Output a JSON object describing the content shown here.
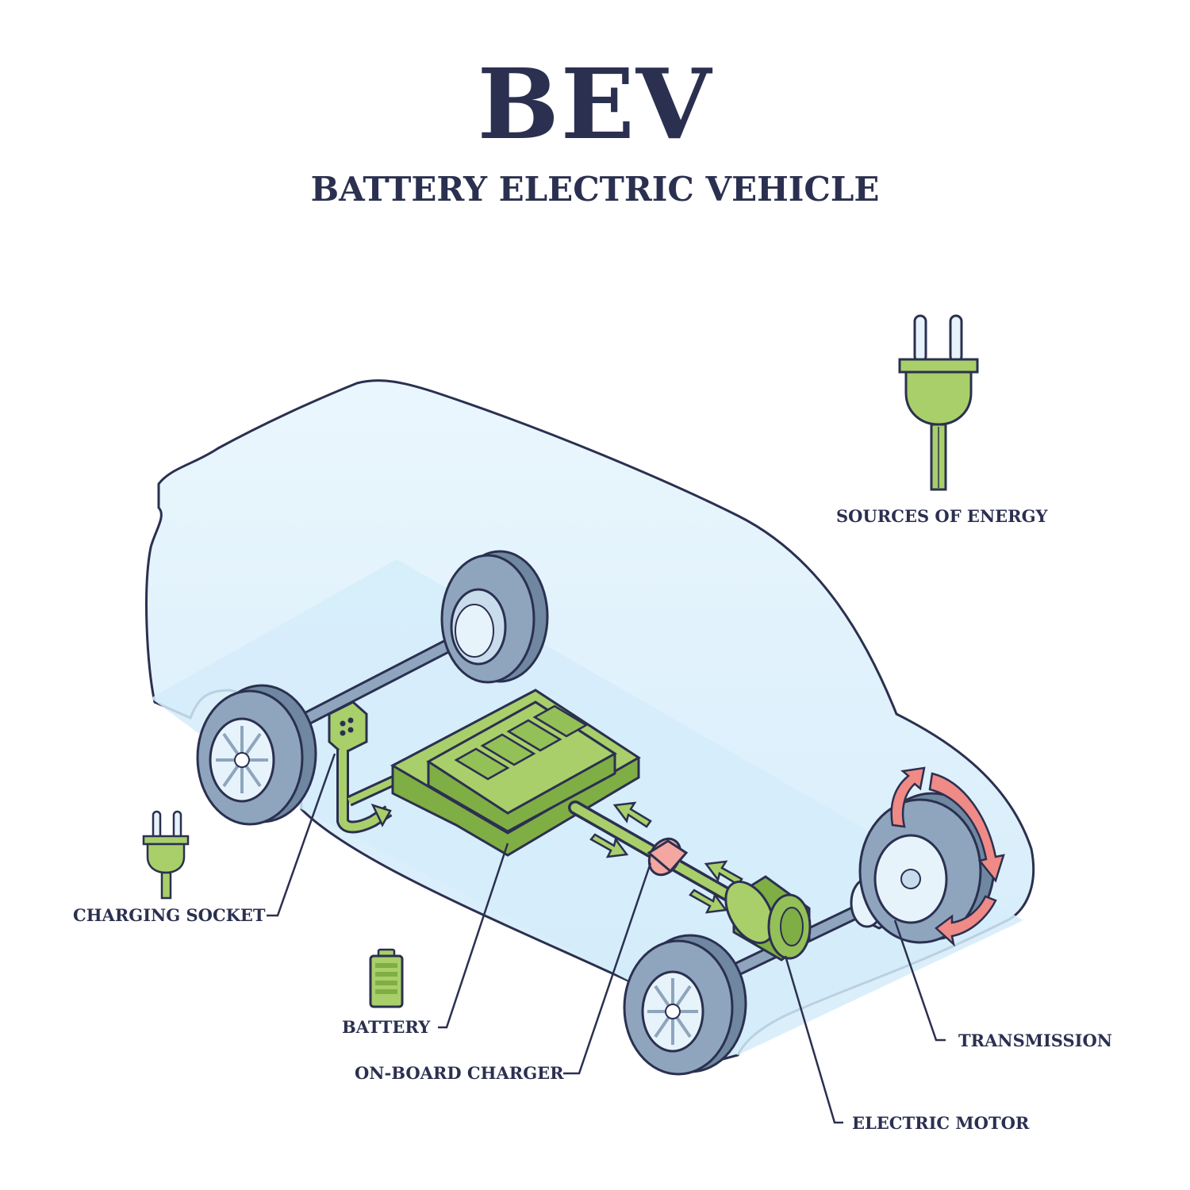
{
  "header": {
    "title": "BEV",
    "subtitle": "BATTERY ELECTRIC VEHICLE"
  },
  "labels": {
    "sources_of_energy": "SOURCES OF ENERGY",
    "charging_socket": "CHARGING SOCKET",
    "battery": "BATTERY",
    "on_board_charger": "ON-BOARD CHARGER",
    "transmission": "TRANSMISSION",
    "electric_motor": "ELECTRIC MOTOR"
  },
  "colors": {
    "ink": "#2b3050",
    "car_glass": "#d9eefb",
    "battery_green": "#a9cf6a",
    "battery_dark": "#7fae45",
    "tire": "#8ea5bd",
    "tire_dark": "#6f87a0",
    "hub": "#e7f3fb",
    "charger_pink": "#f4a6a0",
    "rotation_arrow": "#ef8a86"
  },
  "icons": {
    "plug_large": "plug-icon",
    "plug_small": "plug-icon",
    "battery_small": "battery-icon",
    "rotation": "rotation-arrow-icon"
  }
}
